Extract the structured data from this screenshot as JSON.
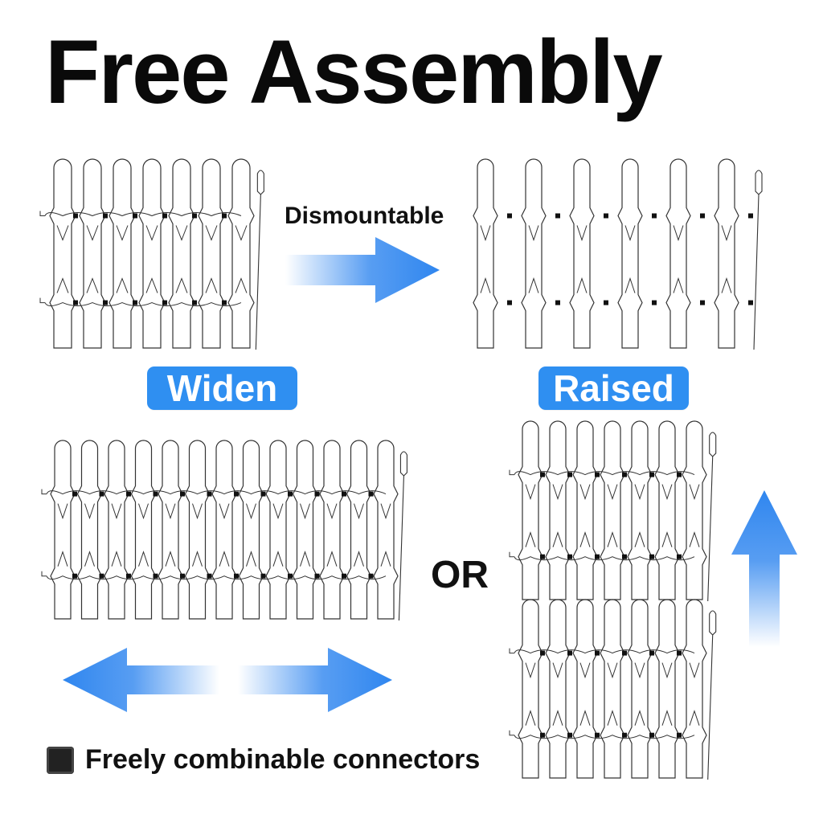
{
  "title": "Free Assembly",
  "labels": {
    "dismountable": "Dismountable",
    "widen": "Widen",
    "raised": "Raised",
    "or": "OR"
  },
  "legend": {
    "text": "Freely combinable connectors",
    "icon": "connector-square-icon"
  },
  "colors": {
    "accent": "#2f8ff1",
    "arrow": "#3a8cf0",
    "line": "#333333",
    "connector": "#111111"
  }
}
